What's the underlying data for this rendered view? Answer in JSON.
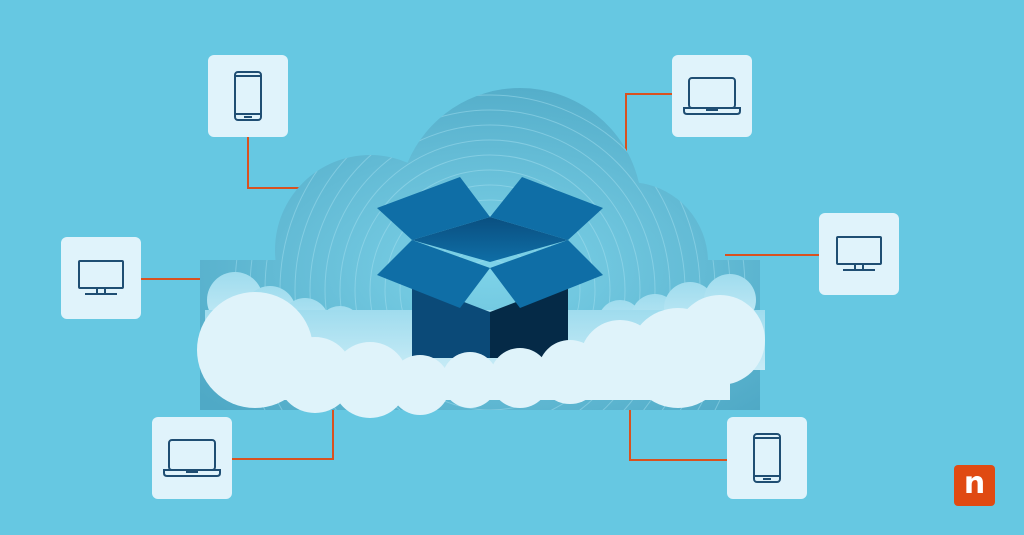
{
  "colors": {
    "background": "#66c8e2",
    "tile": "#e0f3fb",
    "icon_stroke": "#1f4e73",
    "connector": "#d9521f",
    "box_lid": "#0f6ea6",
    "box_front_left": "#0b4a78",
    "box_front_right": "#052a47",
    "cloud_front": "#dff3fa",
    "cloud_back": "#5ab8d4",
    "logo_bg": "#e04a12"
  },
  "illustration": {
    "center_object": "open-box-icon",
    "center_container": "cloud",
    "devices": [
      {
        "id": "phone-top-left",
        "icon": "smartphone-icon"
      },
      {
        "id": "laptop-top-right",
        "icon": "laptop-icon"
      },
      {
        "id": "monitor-left",
        "icon": "monitor-icon"
      },
      {
        "id": "monitor-right",
        "icon": "monitor-icon"
      },
      {
        "id": "laptop-bottom-left",
        "icon": "laptop-icon"
      },
      {
        "id": "phone-bottom-right",
        "icon": "smartphone-icon"
      }
    ]
  },
  "brand": {
    "logo_letter": "n",
    "logo_icon": "ninjaone-logo-icon"
  }
}
